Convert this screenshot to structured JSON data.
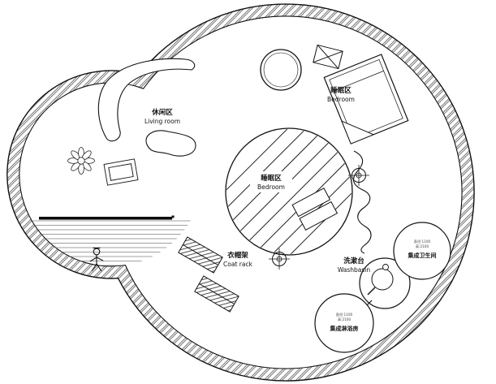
{
  "plan": {
    "type": "circular-house-floor-plan",
    "colors": {
      "ink": "#1a1a1a",
      "wall_hatch": "#3a3a3a",
      "deck_stripe": "#777777",
      "background": "#ffffff"
    },
    "labels": {
      "living_zone": {
        "zh": "休闲区",
        "en": "Living room"
      },
      "bedroom_upper": {
        "zh": "睡眠区",
        "en": "Bedroom"
      },
      "bedroom_center": {
        "zh": "睡眠区",
        "en": "Bedroom"
      },
      "coat_rack": {
        "zh": "衣帽架",
        "en": "Coat rack"
      },
      "washbasin": {
        "zh": "洗漱台",
        "en": "Washbasin"
      },
      "bathroom_pod": {
        "spec1": "直径:1100",
        "spec2": "高:2100",
        "name": "集成卫生间"
      },
      "shower_pod": {
        "spec1": "直径:1100",
        "spec2": "高:2100",
        "name": "集成淋浴房"
      }
    }
  }
}
